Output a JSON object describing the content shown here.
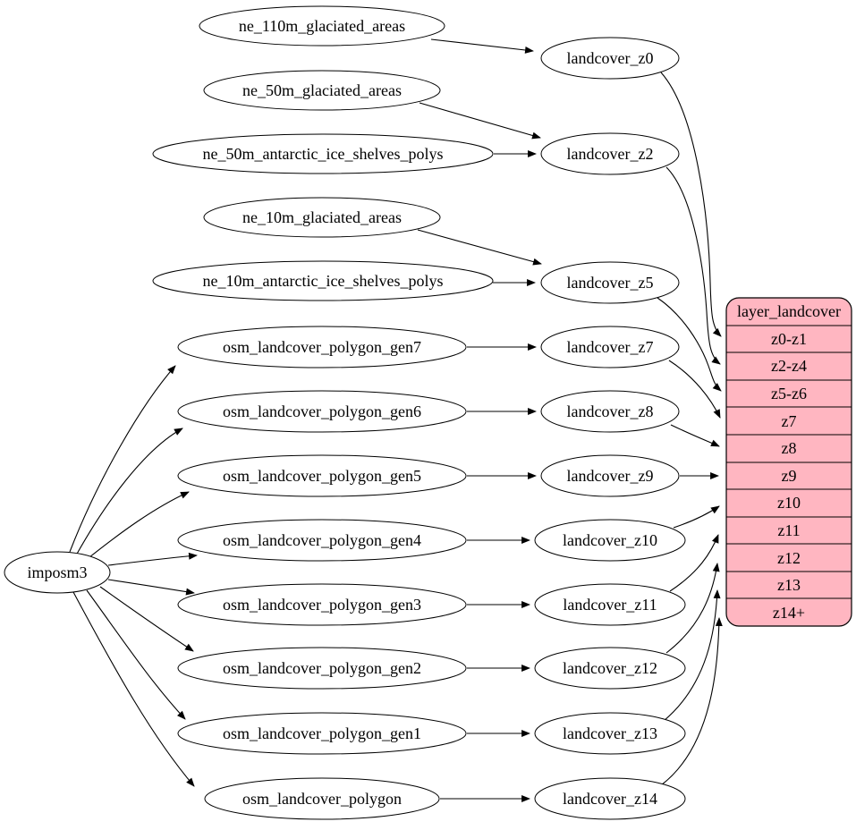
{
  "colors": {
    "background": "#ffffff",
    "node_fill": "#ffffff",
    "stroke": "#000000",
    "table_fill": "#ffb6c1",
    "text": "#000000"
  },
  "nodes": {
    "imposm3": {
      "label": "imposm3"
    },
    "ne_110m_glaciated_areas": {
      "label": "ne_110m_glaciated_areas"
    },
    "ne_50m_glaciated_areas": {
      "label": "ne_50m_glaciated_areas"
    },
    "ne_50m_antarctic_ice_shelves_polys": {
      "label": "ne_50m_antarctic_ice_shelves_polys"
    },
    "ne_10m_glaciated_areas": {
      "label": "ne_10m_glaciated_areas"
    },
    "ne_10m_antarctic_ice_shelves_polys": {
      "label": "ne_10m_antarctic_ice_shelves_polys"
    },
    "osm_landcover_polygon_gen7": {
      "label": "osm_landcover_polygon_gen7"
    },
    "osm_landcover_polygon_gen6": {
      "label": "osm_landcover_polygon_gen6"
    },
    "osm_landcover_polygon_gen5": {
      "label": "osm_landcover_polygon_gen5"
    },
    "osm_landcover_polygon_gen4": {
      "label": "osm_landcover_polygon_gen4"
    },
    "osm_landcover_polygon_gen3": {
      "label": "osm_landcover_polygon_gen3"
    },
    "osm_landcover_polygon_gen2": {
      "label": "osm_landcover_polygon_gen2"
    },
    "osm_landcover_polygon_gen1": {
      "label": "osm_landcover_polygon_gen1"
    },
    "osm_landcover_polygon": {
      "label": "osm_landcover_polygon"
    },
    "landcover_z0": {
      "label": "landcover_z0"
    },
    "landcover_z2": {
      "label": "landcover_z2"
    },
    "landcover_z5": {
      "label": "landcover_z5"
    },
    "landcover_z7": {
      "label": "landcover_z7"
    },
    "landcover_z8": {
      "label": "landcover_z8"
    },
    "landcover_z9": {
      "label": "landcover_z9"
    },
    "landcover_z10": {
      "label": "landcover_z10"
    },
    "landcover_z11": {
      "label": "landcover_z11"
    },
    "landcover_z12": {
      "label": "landcover_z12"
    },
    "landcover_z13": {
      "label": "landcover_z13"
    },
    "landcover_z14": {
      "label": "landcover_z14"
    }
  },
  "table": {
    "title": "layer_landcover",
    "rows": [
      "z0-z1",
      "z2-z4",
      "z5-z6",
      "z7",
      "z8",
      "z9",
      "z10",
      "z11",
      "z12",
      "z13",
      "z14+"
    ]
  },
  "edges": [
    {
      "from": "ne_110m_glaciated_areas",
      "to": "landcover_z0"
    },
    {
      "from": "ne_50m_glaciated_areas",
      "to": "landcover_z2"
    },
    {
      "from": "ne_50m_antarctic_ice_shelves_polys",
      "to": "landcover_z2"
    },
    {
      "from": "ne_10m_glaciated_areas",
      "to": "landcover_z5"
    },
    {
      "from": "ne_10m_antarctic_ice_shelves_polys",
      "to": "landcover_z5"
    },
    {
      "from": "imposm3",
      "to": "osm_landcover_polygon_gen7"
    },
    {
      "from": "imposm3",
      "to": "osm_landcover_polygon_gen6"
    },
    {
      "from": "imposm3",
      "to": "osm_landcover_polygon_gen5"
    },
    {
      "from": "imposm3",
      "to": "osm_landcover_polygon_gen4"
    },
    {
      "from": "imposm3",
      "to": "osm_landcover_polygon_gen3"
    },
    {
      "from": "imposm3",
      "to": "osm_landcover_polygon_gen2"
    },
    {
      "from": "imposm3",
      "to": "osm_landcover_polygon_gen1"
    },
    {
      "from": "imposm3",
      "to": "osm_landcover_polygon"
    },
    {
      "from": "osm_landcover_polygon_gen7",
      "to": "landcover_z7"
    },
    {
      "from": "osm_landcover_polygon_gen6",
      "to": "landcover_z8"
    },
    {
      "from": "osm_landcover_polygon_gen5",
      "to": "landcover_z9"
    },
    {
      "from": "osm_landcover_polygon_gen4",
      "to": "landcover_z10"
    },
    {
      "from": "osm_landcover_polygon_gen3",
      "to": "landcover_z11"
    },
    {
      "from": "osm_landcover_polygon_gen2",
      "to": "landcover_z12"
    },
    {
      "from": "osm_landcover_polygon_gen1",
      "to": "landcover_z13"
    },
    {
      "from": "osm_landcover_polygon",
      "to": "landcover_z14"
    },
    {
      "from": "landcover_z0",
      "to": "layer_landcover:z0-z1"
    },
    {
      "from": "landcover_z2",
      "to": "layer_landcover:z2-z4"
    },
    {
      "from": "landcover_z5",
      "to": "layer_landcover:z5-z6"
    },
    {
      "from": "landcover_z7",
      "to": "layer_landcover:z7"
    },
    {
      "from": "landcover_z8",
      "to": "layer_landcover:z8"
    },
    {
      "from": "landcover_z9",
      "to": "layer_landcover:z9"
    },
    {
      "from": "landcover_z10",
      "to": "layer_landcover:z10"
    },
    {
      "from": "landcover_z11",
      "to": "layer_landcover:z11"
    },
    {
      "from": "landcover_z12",
      "to": "layer_landcover:z12"
    },
    {
      "from": "landcover_z13",
      "to": "layer_landcover:z13"
    },
    {
      "from": "landcover_z14",
      "to": "layer_landcover:z14+"
    }
  ]
}
